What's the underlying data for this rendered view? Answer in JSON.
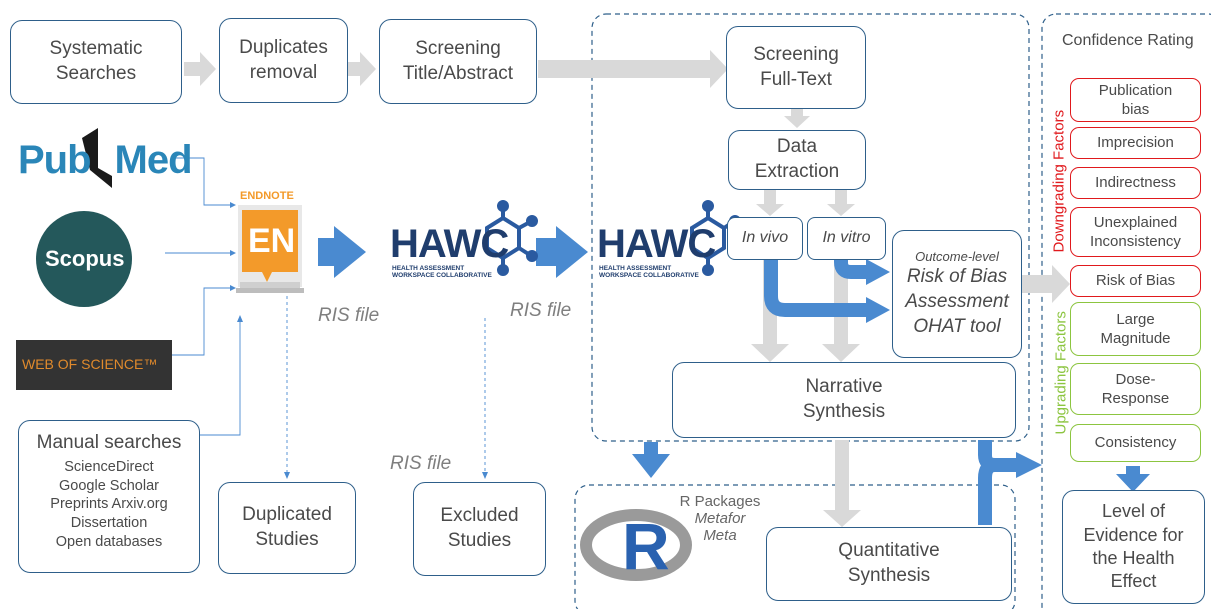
{
  "boxes": {
    "systematic": "Systematic Searches",
    "duplicates_removal": "Duplicates removal",
    "screening_ta": "Screening Title/Abstract",
    "screening_ft": "Screening Full-Text",
    "data_extraction": "Data Extraction",
    "in_vivo": "In vivo",
    "in_vitro": "In vitro",
    "rob_1": "Outcome-level",
    "rob_2": "Risk of Bias",
    "rob_3": "Assessment",
    "rob_4": "OHAT tool",
    "narrative": "Narrative Synthesis",
    "quantitative": "Quantitative Synthesis",
    "duplicated_studies": "Duplicated Studies",
    "excluded_studies": "Excluded Studies",
    "level_evidence": "Level of Evidence for the Health Effect"
  },
  "manual": {
    "title": "Manual searches",
    "items": [
      "ScienceDirect",
      "Google Scholar",
      "Preprints Arxiv.org",
      "Dissertation",
      "Open databases"
    ]
  },
  "ris_label": "RIS file",
  "logos": {
    "pubmed_1": "Pub",
    "pubmed_2": "Med",
    "scopus": "Scopus",
    "wos": "WEB OF SCIENCE™",
    "endnote_top": "ENDNOTE",
    "endnote_mark": "EN",
    "hawc": "HAWC",
    "hawc_sub1": "HEALTH ASSESSMENT",
    "hawc_sub2": "WORKSPACE COLLABORATIVE",
    "r_letter": "R"
  },
  "r_packages": {
    "title": "R Packages",
    "pkg1": "Metafor",
    "pkg2": "Meta"
  },
  "confidence": {
    "title": "Confidence Rating",
    "downgrading_label": "Downgrading Factors",
    "upgrading_label": "Upgrading Factors",
    "downgrading": [
      "Publication bias",
      "Imprecision",
      "Indirectness",
      "Unexplained Inconsistency",
      "Risk of Bias"
    ],
    "upgrading": [
      "Large Magnitude",
      "Dose-Response",
      "Consistency"
    ]
  },
  "colors": {
    "box_border": "#2e5f8a",
    "blue_arrow": "#4a8ad0",
    "grey_arrow": "#d9d9d9",
    "red": "#e0191d",
    "green": "#8cc540"
  }
}
